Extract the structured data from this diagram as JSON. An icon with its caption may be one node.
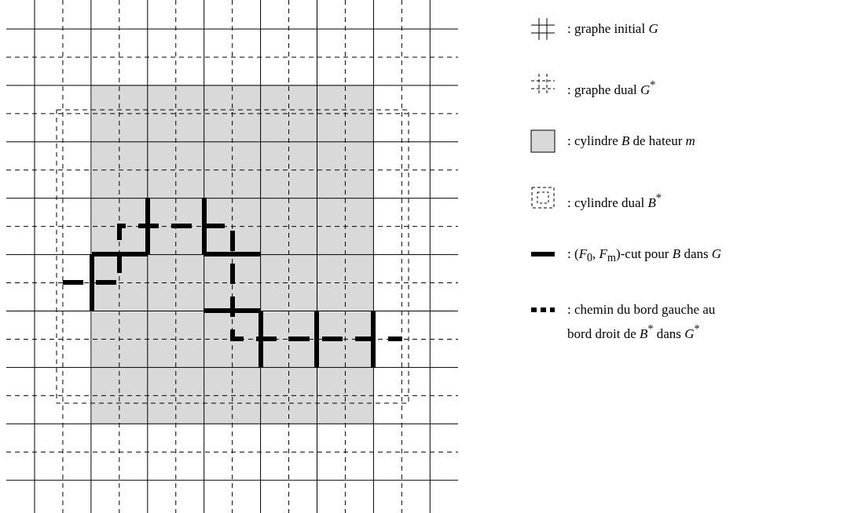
{
  "diagram": {
    "legend": [
      {
        "text": ": graphe initial *G*"
      },
      {
        "text": ": graphe dual *G*$^{*}$"
      },
      {
        "text": ": cylindre *B* de hateur *m*",
        "color": "#d9d9d9"
      },
      {
        "text": ": cylindre dual *B*$^{*}$"
      },
      {
        "text": ": (*F*$_{0}$, *F*$_{m}$)-cut pour *B* dans *G*"
      },
      {
        "text": ": chemin du bord gauche au bord droit de *B*$^{*}$ dans *G*$^{*}$"
      }
    ]
  }
}
